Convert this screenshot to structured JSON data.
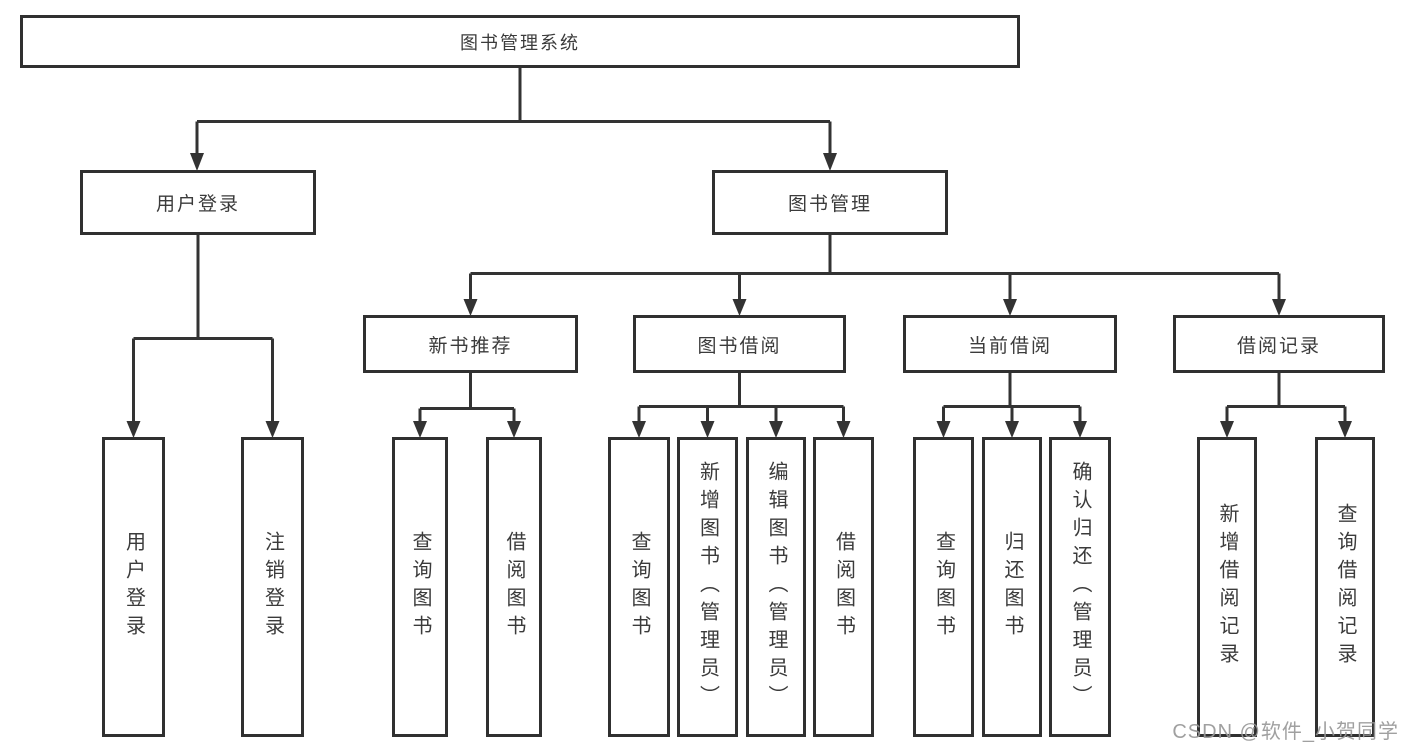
{
  "diagram": {
    "root": "图书管理系统",
    "login": {
      "label": "用户登录",
      "children": [
        "用户登录",
        "注销登录"
      ]
    },
    "management": {
      "label": "图书管理",
      "groups": [
        {
          "label": "新书推荐",
          "children": [
            "查询图书",
            "借阅图书"
          ]
        },
        {
          "label": "图书借阅",
          "children": [
            "查询图书",
            "新增图书（管理员）",
            "编辑图书（管理员）",
            "借阅图书"
          ]
        },
        {
          "label": "当前借阅",
          "children": [
            "查询图书",
            "归还图书",
            "确认归还（管理员）"
          ]
        },
        {
          "label": "借阅记录",
          "children": [
            "新增借阅记录",
            "查询借阅记录"
          ]
        }
      ]
    },
    "watermark": "CSDN @软件_小贺同学"
  },
  "colors": {
    "line": "#333333",
    "box_border": "#303030",
    "text": "#3b3b3b",
    "watermark": "#989898",
    "background": "#ffffff"
  }
}
